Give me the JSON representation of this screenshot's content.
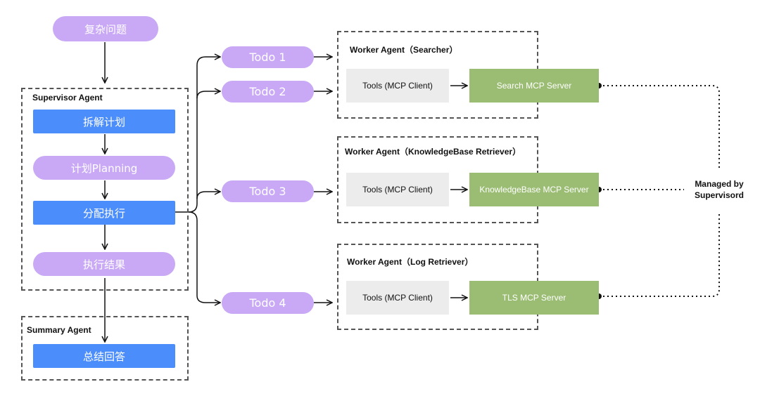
{
  "colors": {
    "lavender": "#c9a9f5",
    "blue": "#4b8dfb",
    "green": "#9bbd73",
    "gray_box": "#ececec"
  },
  "question": "复杂问题",
  "supervisor": {
    "title": "Supervisor Agent",
    "steps": [
      "拆解计划",
      "计划Planning",
      "分配执行",
      "执行结果"
    ]
  },
  "summary": {
    "title": "Summary Agent",
    "step": "总结回答"
  },
  "todos": [
    "Todo 1",
    "Todo 2",
    "Todo 3",
    "Todo 4"
  ],
  "workers": [
    {
      "title": "Worker Agent（Searcher）",
      "tools": "Tools (MCP Client)",
      "server": "Search MCP Server"
    },
    {
      "title": "Worker Agent（KnowledgeBase Retriever）",
      "tools": "Tools (MCP Client)",
      "server": "KnowledgeBase MCP Server"
    },
    {
      "title": "Worker Agent（Log Retriever）",
      "tools": "Tools (MCP Client)",
      "server": "TLS MCP Server"
    }
  ],
  "managed_by": {
    "line1": "Managed by",
    "line2": "Supervisord"
  }
}
